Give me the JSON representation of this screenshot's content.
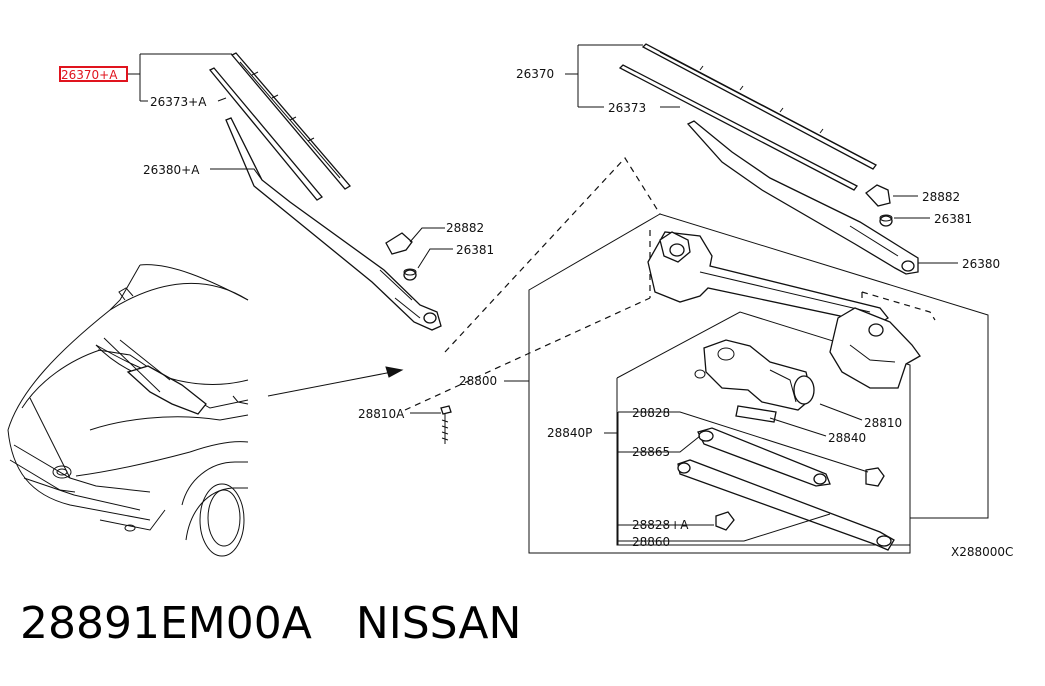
{
  "diagram": {
    "callouts": {
      "c26370a": "26370+A",
      "c26373a": "26373+A",
      "c26380a": "26380+A",
      "c28882l": "28882",
      "c26381l": "26381",
      "c26370": "26370",
      "c26373": "26373",
      "c28882r": "28882",
      "c26381r": "26381",
      "c26380": "26380",
      "c28800": "28800",
      "c28810a": "28810A",
      "c28828": "28828",
      "c28840p": "28840P",
      "c28865": "28865",
      "c28828a": "28828+A",
      "c28860": "28860",
      "c28810": "28810",
      "c28840": "28840"
    },
    "highlight_color": "#e0141e",
    "ref_code": "X288000C"
  },
  "footer": {
    "part_number": "28891EM00A",
    "brand": "NISSAN"
  }
}
